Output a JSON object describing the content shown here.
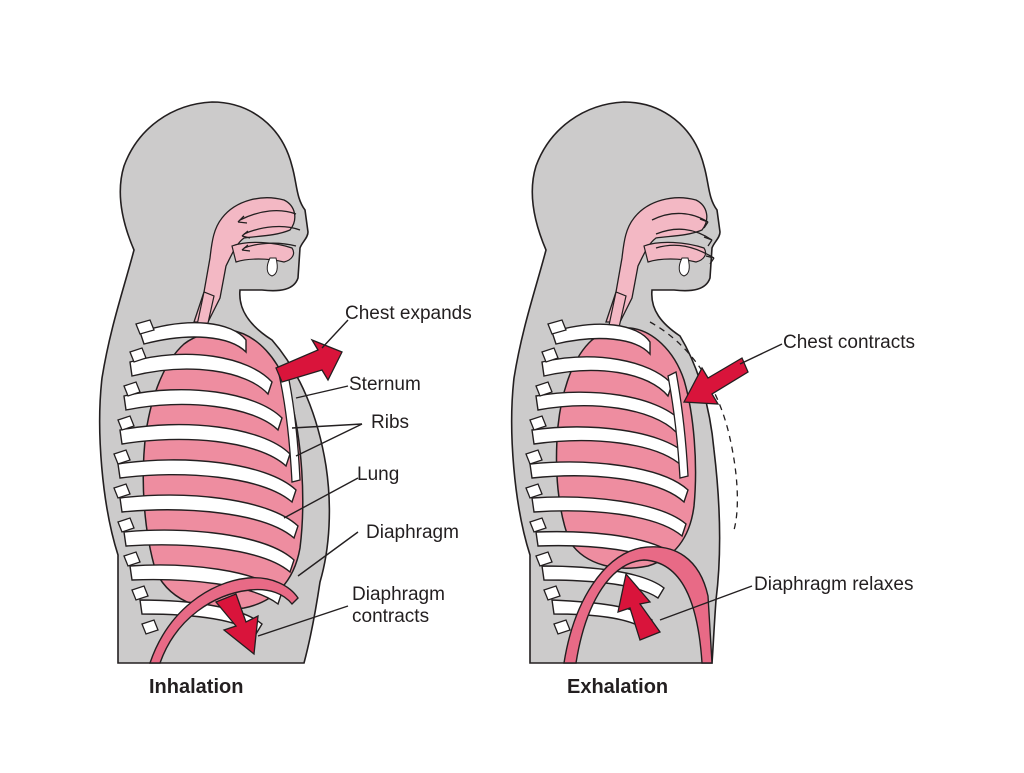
{
  "colors": {
    "body": "#cccbcb",
    "outline": "#231f20",
    "lung": "#ee8da0",
    "airway": "#f3b8c4",
    "arrow": "#d9143b",
    "rib": "#ffffff"
  },
  "panels": [
    {
      "id": "inhalation",
      "caption": "Inhalation",
      "labels": {
        "chest": "Chest expands",
        "sternum": "Sternum",
        "ribs": "Ribs",
        "lung": "Lung",
        "diaphragm": "Diaphragm",
        "diaphragm_action_1": "Diaphragm",
        "diaphragm_action_2": "contracts"
      }
    },
    {
      "id": "exhalation",
      "caption": "Exhalation",
      "labels": {
        "chest": "Chest contracts",
        "diaphragm_action": "Diaphragm relaxes"
      }
    }
  ]
}
